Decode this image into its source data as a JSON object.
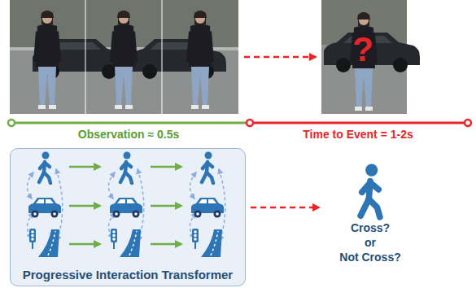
{
  "diagram": {
    "nodes": [
      {
        "text": [
          "Progressive Interaction Transformer"
        ]
      }
    ],
    "labels": [
      "?",
      "Observation ≈ 0.5s",
      "Time to Event = 1-2s",
      "Cross?",
      "or",
      "Not Cross?"
    ]
  }
}
